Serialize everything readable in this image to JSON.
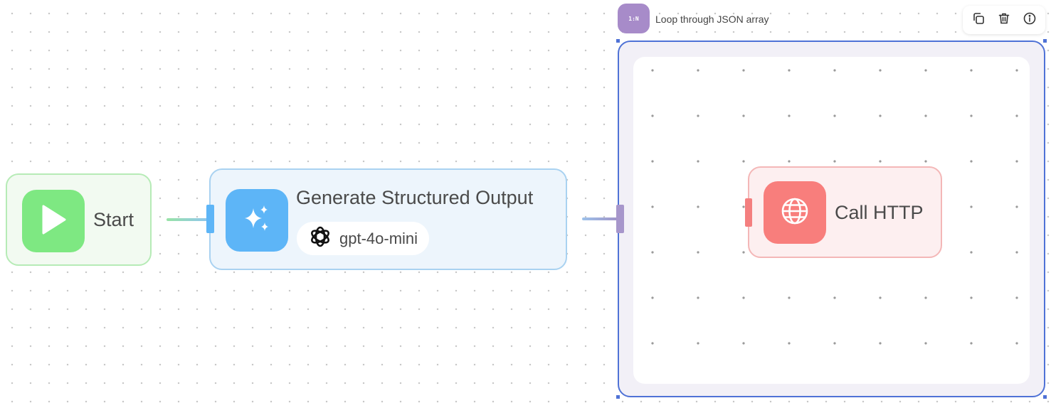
{
  "nodes": {
    "start": {
      "label": "Start",
      "icon": "play-icon",
      "color": "#7ee882"
    },
    "generate": {
      "title": "Generate Structured Output",
      "icon": "sparkles-icon",
      "color": "#5db5f7",
      "model": {
        "name": "gpt-4o-mini",
        "icon": "openai-logo-icon"
      }
    },
    "loop": {
      "badge": "1:N",
      "title": "Loop through JSON array",
      "color": "#a78bc9"
    },
    "http": {
      "label": "Call HTTP",
      "icon": "globe-icon",
      "color": "#f87e7c"
    }
  },
  "toolbar": {
    "buttons": [
      {
        "icon": "copy-icon"
      },
      {
        "icon": "trash-icon"
      },
      {
        "icon": "info-icon"
      }
    ]
  },
  "colors": {
    "selection": "#4f72d6",
    "canvas_background": "#ffffff"
  }
}
